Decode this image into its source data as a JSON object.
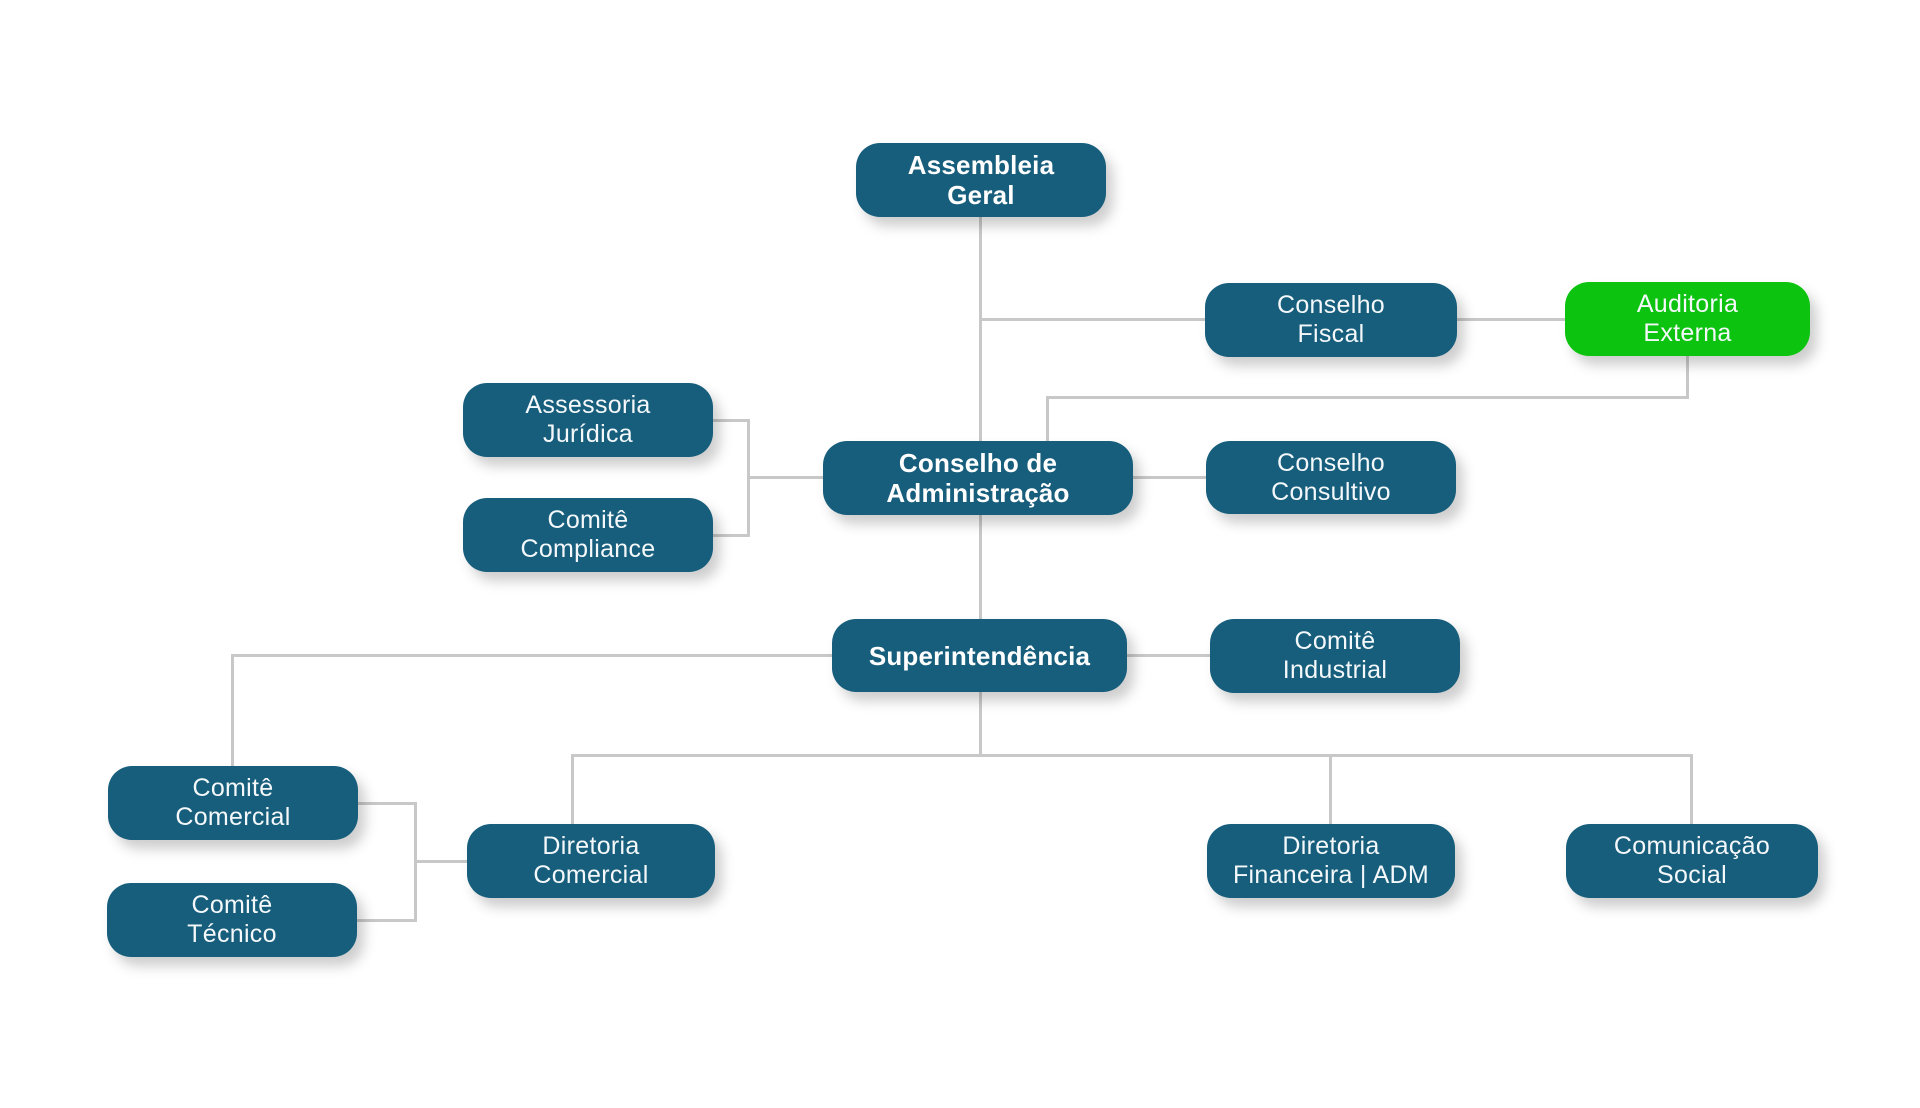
{
  "diagram": {
    "type": "org-chart",
    "background": "#ffffff"
  },
  "colors": {
    "node_fill": "#175e7c",
    "highlight_fill": "#0cc40f",
    "node_text": "#f4f8fa",
    "connector": "#c8c8c8"
  },
  "nodes": [
    {
      "id": "assembleia-geral",
      "lines": [
        "Assembleia",
        "Geral"
      ],
      "bold": true,
      "color": "teal"
    },
    {
      "id": "conselho-fiscal",
      "lines": [
        "Conselho",
        "Fiscal"
      ],
      "bold": false,
      "color": "teal"
    },
    {
      "id": "auditoria-externa",
      "lines": [
        "Auditoria",
        "Externa"
      ],
      "bold": false,
      "color": "green"
    },
    {
      "id": "assessoria-juridica",
      "lines": [
        "Assessoria",
        "Jurídica"
      ],
      "bold": false,
      "color": "teal"
    },
    {
      "id": "comite-compliance",
      "lines": [
        "Comitê",
        "Compliance"
      ],
      "bold": false,
      "color": "teal"
    },
    {
      "id": "conselho-administracao",
      "lines": [
        "Conselho de",
        "Administração"
      ],
      "bold": true,
      "color": "teal"
    },
    {
      "id": "conselho-consultivo",
      "lines": [
        "Conselho",
        "Consultivo"
      ],
      "bold": false,
      "color": "teal"
    },
    {
      "id": "superintendencia",
      "lines": [
        "Superintendência"
      ],
      "bold": true,
      "color": "teal"
    },
    {
      "id": "comite-industrial",
      "lines": [
        "Comitê",
        "Industrial"
      ],
      "bold": false,
      "color": "teal"
    },
    {
      "id": "comite-comercial",
      "lines": [
        "Comitê",
        "Comercial"
      ],
      "bold": false,
      "color": "teal"
    },
    {
      "id": "comite-tecnico",
      "lines": [
        "Comitê",
        "Técnico"
      ],
      "bold": false,
      "color": "teal"
    },
    {
      "id": "diretoria-comercial",
      "lines": [
        "Diretoria",
        "Comercial"
      ],
      "bold": false,
      "color": "teal"
    },
    {
      "id": "diretoria-financeira-adm",
      "lines": [
        "Diretoria",
        "Financeira | ADM"
      ],
      "bold": false,
      "color": "teal"
    },
    {
      "id": "comunicacao-social",
      "lines": [
        "Comunicação",
        "Social"
      ],
      "bold": false,
      "color": "teal"
    }
  ],
  "connections": [
    {
      "from": "assembleia-geral",
      "to": "conselho-fiscal"
    },
    {
      "from": "assembleia-geral",
      "to": "conselho-de-administracao"
    },
    {
      "from": "conselho-fiscal",
      "to": "auditoria-externa"
    },
    {
      "from": "auditoria-externa",
      "to": "conselho-de-administracao"
    },
    {
      "from": "assessoria-juridica",
      "to": "conselho-de-administracao"
    },
    {
      "from": "comite-compliance",
      "to": "conselho-de-administracao"
    },
    {
      "from": "conselho-administracao",
      "to": "conselho-consultivo"
    },
    {
      "from": "conselho-administracao",
      "to": "superintendencia"
    },
    {
      "from": "superintendencia",
      "to": "comite-industrial"
    },
    {
      "from": "superintendencia",
      "to": "comite-comercial"
    },
    {
      "from": "superintendencia",
      "to": "diretoria-comercial"
    },
    {
      "from": "superintendencia",
      "to": "diretoria-financeira-adm"
    },
    {
      "from": "superintendencia",
      "to": "comunicacao-social"
    },
    {
      "from": "comite-comercial",
      "to": "diretoria-comercial"
    },
    {
      "from": "comite-tecnico",
      "to": "diretoria-comercial"
    }
  ]
}
